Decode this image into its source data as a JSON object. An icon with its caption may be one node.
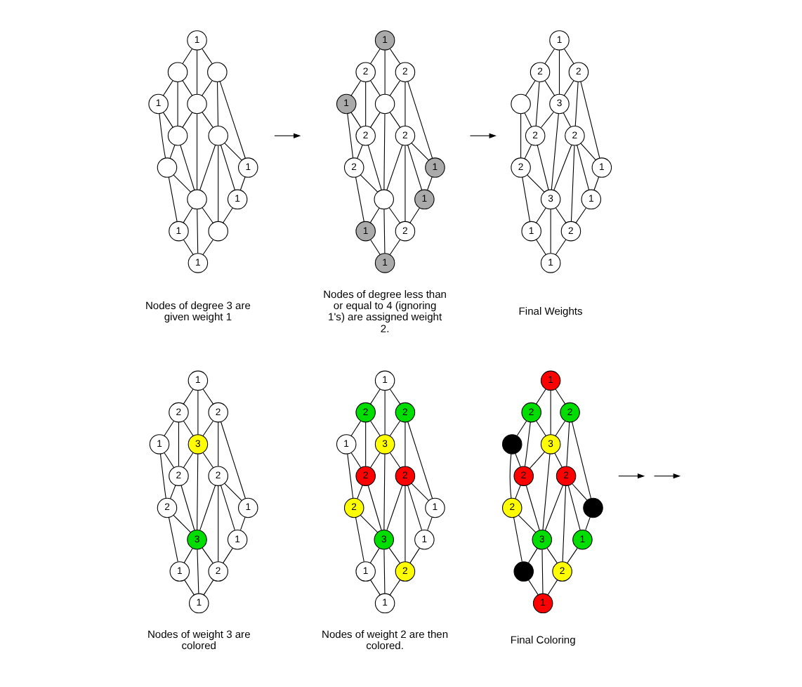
{
  "diagram": {
    "nodes": [
      {
        "text": [
          "1"
        ]
      },
      {
        "text": [],
        "shape": "circle"
      },
      {
        "text": [],
        "shape": "circle"
      },
      {
        "text": [],
        "shape": "circle"
      },
      {
        "text": [],
        "shape": "circle"
      },
      {
        "text": [
          "1"
        ]
      },
      {
        "text": [
          "1"
        ]
      },
      {
        "text": [],
        "shape": "circle"
      },
      {
        "text": [],
        "shape": "circle"
      },
      {
        "text": [
          "1"
        ]
      },
      {
        "text": [],
        "shape": "circle"
      },
      {
        "text": [],
        "shape": "circle"
      },
      {
        "text": [
          "1"
        ]
      },
      {
        "text": [
          "1"
        ]
      },
      {
        "text": [
          "1"
        ]
      },
      {
        "text": [
          "2"
        ]
      },
      {
        "text": [
          "2"
        ]
      },
      {
        "text": [],
        "shape": "circle"
      },
      {
        "text": [
          "2"
        ]
      },
      {
        "text": [
          "1"
        ]
      },
      {
        "text": [
          "1"
        ]
      },
      {
        "text": [
          "2"
        ]
      },
      {
        "text": [
          "2"
        ]
      },
      {
        "text": [
          "1"
        ]
      },
      {
        "text": [],
        "shape": "circle"
      },
      {
        "text": [
          "2"
        ]
      },
      {
        "text": [
          "1"
        ]
      },
      {
        "text": [
          "1"
        ]
      },
      {
        "text": [
          "1"
        ]
      },
      {
        "text": [
          "2"
        ]
      },
      {
        "text": [
          "2"
        ]
      },
      {
        "text": [
          "3"
        ]
      },
      {
        "text": [
          "2"
        ]
      },
      {
        "text": [],
        "shape": "circle"
      },
      {
        "text": [
          "1"
        ]
      },
      {
        "text": [
          "2"
        ]
      },
      {
        "text": [
          "2"
        ]
      },
      {
        "text": [
          "1"
        ]
      },
      {
        "text": [
          "3"
        ]
      },
      {
        "text": [
          "2"
        ]
      },
      {
        "text": [
          "1"
        ]
      },
      {
        "text": [
          "1"
        ]
      },
      {
        "text": [
          "1"
        ]
      },
      {
        "text": [
          "2"
        ]
      },
      {
        "text": [
          "2"
        ]
      },
      {
        "text": [
          "3"
        ]
      },
      {
        "text": [
          "2"
        ]
      },
      {
        "text": [
          "1"
        ]
      },
      {
        "text": [
          "1"
        ]
      },
      {
        "text": [
          "2"
        ]
      },
      {
        "text": [
          "2"
        ]
      },
      {
        "text": [
          "1"
        ]
      },
      {
        "text": [
          "3"
        ]
      },
      {
        "text": [
          "2"
        ]
      },
      {
        "text": [
          "1"
        ]
      },
      {
        "text": [
          "1"
        ]
      },
      {
        "text": [
          "1"
        ]
      },
      {
        "text": [
          "2"
        ]
      },
      {
        "text": [
          "2"
        ]
      },
      {
        "text": [
          "3"
        ]
      },
      {
        "text": [
          "2"
        ]
      },
      {
        "text": [
          "1"
        ]
      },
      {
        "text": [
          "1"
        ]
      },
      {
        "text": [
          "2"
        ]
      },
      {
        "text": [
          "2"
        ]
      },
      {
        "text": [
          "1"
        ]
      },
      {
        "text": [
          "3"
        ]
      },
      {
        "text": [
          "2"
        ]
      },
      {
        "text": [
          "1"
        ]
      },
      {
        "text": [
          "1"
        ]
      },
      {
        "text": [
          "1"
        ]
      },
      {
        "text": [
          "2"
        ]
      },
      {
        "text": [
          "2"
        ]
      },
      {
        "text": [
          "3"
        ]
      },
      {
        "text": [
          "2"
        ]
      },
      {
        "text": [],
        "shape": "circle"
      },
      {
        "text": [],
        "shape": "circle"
      },
      {
        "text": [
          "2"
        ]
      },
      {
        "text": [
          "2"
        ]
      },
      {
        "text": [
          "1"
        ]
      },
      {
        "text": [
          "3"
        ]
      },
      {
        "text": [
          "2"
        ]
      },
      {
        "text": [],
        "shape": "circle"
      },
      {
        "text": [
          "1"
        ]
      }
    ],
    "edges": [
      {
        "from": 0,
        "to": 1,
        "arrow": "none"
      },
      {
        "from": 0,
        "to": 2,
        "arrow": "none"
      },
      {
        "from": 0,
        "to": 3,
        "arrow": "none"
      },
      {
        "from": 1,
        "to": 3,
        "arrow": "none"
      },
      {
        "from": 1,
        "to": 4,
        "arrow": "none"
      },
      {
        "from": 1,
        "to": 5,
        "arrow": "none"
      },
      {
        "from": 2,
        "to": 3,
        "arrow": "none"
      },
      {
        "from": 2,
        "to": 6,
        "arrow": "none"
      },
      {
        "from": 2,
        "to": 7,
        "arrow": "none"
      },
      {
        "from": 3,
        "to": 4,
        "arrow": "none"
      },
      {
        "from": 3,
        "to": 7,
        "arrow": "none"
      },
      {
        "from": 3,
        "to": 10,
        "arrow": "none"
      },
      {
        "from": 5,
        "to": 4,
        "arrow": "none"
      },
      {
        "from": 4,
        "to": 10,
        "arrow": "none"
      },
      {
        "from": 4,
        "to": 8,
        "arrow": "none"
      },
      {
        "from": 5,
        "to": 8,
        "arrow": "none"
      },
      {
        "from": 7,
        "to": 6,
        "arrow": "none"
      },
      {
        "from": 6,
        "to": 9,
        "arrow": "none"
      },
      {
        "from": 7,
        "to": 9,
        "arrow": "none"
      },
      {
        "from": 7,
        "to": 10,
        "arrow": "none"
      },
      {
        "from": 7,
        "to": 11,
        "arrow": "none"
      },
      {
        "from": 9,
        "to": 11,
        "arrow": "none"
      },
      {
        "from": 8,
        "to": 10,
        "arrow": "none"
      },
      {
        "from": 10,
        "to": 11,
        "arrow": "none"
      },
      {
        "from": 10,
        "to": 13,
        "arrow": "none"
      },
      {
        "from": 10,
        "to": 12,
        "arrow": "none"
      },
      {
        "from": 8,
        "to": 12,
        "arrow": "none"
      },
      {
        "from": 11,
        "to": 13,
        "arrow": "none"
      },
      {
        "from": 12,
        "to": 13,
        "arrow": "none"
      },
      {
        "from": 14,
        "to": 15,
        "arrow": "none"
      },
      {
        "from": 14,
        "to": 16,
        "arrow": "none"
      },
      {
        "from": 14,
        "to": 17,
        "arrow": "none"
      },
      {
        "from": 15,
        "to": 17,
        "arrow": "none"
      },
      {
        "from": 15,
        "to": 18,
        "arrow": "none"
      },
      {
        "from": 15,
        "to": 19,
        "arrow": "none"
      },
      {
        "from": 16,
        "to": 17,
        "arrow": "none"
      },
      {
        "from": 16,
        "to": 20,
        "arrow": "none"
      },
      {
        "from": 16,
        "to": 21,
        "arrow": "none"
      },
      {
        "from": 17,
        "to": 18,
        "arrow": "none"
      },
      {
        "from": 17,
        "to": 21,
        "arrow": "none"
      },
      {
        "from": 17,
        "to": 24,
        "arrow": "none"
      },
      {
        "from": 19,
        "to": 18,
        "arrow": "none"
      },
      {
        "from": 18,
        "to": 24,
        "arrow": "none"
      },
      {
        "from": 18,
        "to": 22,
        "arrow": "none"
      },
      {
        "from": 19,
        "to": 22,
        "arrow": "none"
      },
      {
        "from": 21,
        "to": 20,
        "arrow": "none"
      },
      {
        "from": 20,
        "to": 23,
        "arrow": "none"
      },
      {
        "from": 21,
        "to": 23,
        "arrow": "none"
      },
      {
        "from": 21,
        "to": 24,
        "arrow": "none"
      },
      {
        "from": 21,
        "to": 25,
        "arrow": "none"
      },
      {
        "from": 23,
        "to": 25,
        "arrow": "none"
      },
      {
        "from": 22,
        "to": 24,
        "arrow": "none"
      },
      {
        "from": 24,
        "to": 25,
        "arrow": "none"
      },
      {
        "from": 24,
        "to": 27,
        "arrow": "none"
      },
      {
        "from": 24,
        "to": 26,
        "arrow": "none"
      },
      {
        "from": 22,
        "to": 26,
        "arrow": "none"
      },
      {
        "from": 25,
        "to": 27,
        "arrow": "none"
      },
      {
        "from": 26,
        "to": 27,
        "arrow": "none"
      },
      {
        "from": 28,
        "to": 29,
        "arrow": "none"
      },
      {
        "from": 28,
        "to": 30,
        "arrow": "none"
      },
      {
        "from": 28,
        "to": 31,
        "arrow": "none"
      },
      {
        "from": 29,
        "to": 31,
        "arrow": "none"
      },
      {
        "from": 29,
        "to": 32,
        "arrow": "none"
      },
      {
        "from": 29,
        "to": 33,
        "arrow": "none"
      },
      {
        "from": 30,
        "to": 31,
        "arrow": "none"
      },
      {
        "from": 30,
        "to": 34,
        "arrow": "none"
      },
      {
        "from": 30,
        "to": 35,
        "arrow": "none"
      },
      {
        "from": 31,
        "to": 32,
        "arrow": "none"
      },
      {
        "from": 31,
        "to": 35,
        "arrow": "none"
      },
      {
        "from": 31,
        "to": 38,
        "arrow": "none"
      },
      {
        "from": 33,
        "to": 32,
        "arrow": "none"
      },
      {
        "from": 32,
        "to": 38,
        "arrow": "none"
      },
      {
        "from": 32,
        "to": 36,
        "arrow": "none"
      },
      {
        "from": 33,
        "to": 36,
        "arrow": "none"
      },
      {
        "from": 35,
        "to": 34,
        "arrow": "none"
      },
      {
        "from": 34,
        "to": 37,
        "arrow": "none"
      },
      {
        "from": 35,
        "to": 37,
        "arrow": "none"
      },
      {
        "from": 35,
        "to": 38,
        "arrow": "none"
      },
      {
        "from": 35,
        "to": 39,
        "arrow": "none"
      },
      {
        "from": 37,
        "to": 39,
        "arrow": "none"
      },
      {
        "from": 36,
        "to": 38,
        "arrow": "none"
      },
      {
        "from": 38,
        "to": 39,
        "arrow": "none"
      },
      {
        "from": 38,
        "to": 41,
        "arrow": "none"
      },
      {
        "from": 38,
        "to": 40,
        "arrow": "none"
      },
      {
        "from": 36,
        "to": 40,
        "arrow": "none"
      },
      {
        "from": 39,
        "to": 41,
        "arrow": "none"
      },
      {
        "from": 40,
        "to": 41,
        "arrow": "none"
      },
      {
        "from": 42,
        "to": 43,
        "arrow": "none"
      },
      {
        "from": 42,
        "to": 44,
        "arrow": "none"
      },
      {
        "from": 42,
        "to": 45,
        "arrow": "none"
      },
      {
        "from": 43,
        "to": 45,
        "arrow": "none"
      },
      {
        "from": 43,
        "to": 46,
        "arrow": "none"
      },
      {
        "from": 43,
        "to": 47,
        "arrow": "none"
      },
      {
        "from": 44,
        "to": 45,
        "arrow": "none"
      },
      {
        "from": 44,
        "to": 48,
        "arrow": "none"
      },
      {
        "from": 44,
        "to": 49,
        "arrow": "none"
      },
      {
        "from": 45,
        "to": 46,
        "arrow": "none"
      },
      {
        "from": 45,
        "to": 49,
        "arrow": "none"
      },
      {
        "from": 45,
        "to": 52,
        "arrow": "none"
      },
      {
        "from": 47,
        "to": 46,
        "arrow": "none"
      },
      {
        "from": 46,
        "to": 52,
        "arrow": "none"
      },
      {
        "from": 46,
        "to": 50,
        "arrow": "none"
      },
      {
        "from": 47,
        "to": 50,
        "arrow": "none"
      },
      {
        "from": 49,
        "to": 48,
        "arrow": "none"
      },
      {
        "from": 48,
        "to": 51,
        "arrow": "none"
      },
      {
        "from": 49,
        "to": 51,
        "arrow": "none"
      },
      {
        "from": 49,
        "to": 52,
        "arrow": "none"
      },
      {
        "from": 49,
        "to": 53,
        "arrow": "none"
      },
      {
        "from": 51,
        "to": 53,
        "arrow": "none"
      },
      {
        "from": 50,
        "to": 52,
        "arrow": "none"
      },
      {
        "from": 52,
        "to": 53,
        "arrow": "none"
      },
      {
        "from": 52,
        "to": 55,
        "arrow": "none"
      },
      {
        "from": 52,
        "to": 54,
        "arrow": "none"
      },
      {
        "from": 50,
        "to": 54,
        "arrow": "none"
      },
      {
        "from": 53,
        "to": 55,
        "arrow": "none"
      },
      {
        "from": 54,
        "to": 55,
        "arrow": "none"
      },
      {
        "from": 56,
        "to": 57,
        "arrow": "none"
      },
      {
        "from": 56,
        "to": 58,
        "arrow": "none"
      },
      {
        "from": 56,
        "to": 59,
        "arrow": "none"
      },
      {
        "from": 57,
        "to": 59,
        "arrow": "none"
      },
      {
        "from": 57,
        "to": 60,
        "arrow": "none"
      },
      {
        "from": 57,
        "to": 61,
        "arrow": "none"
      },
      {
        "from": 58,
        "to": 59,
        "arrow": "none"
      },
      {
        "from": 58,
        "to": 62,
        "arrow": "none"
      },
      {
        "from": 58,
        "to": 63,
        "arrow": "none"
      },
      {
        "from": 59,
        "to": 60,
        "arrow": "none"
      },
      {
        "from": 59,
        "to": 63,
        "arrow": "none"
      },
      {
        "from": 59,
        "to": 66,
        "arrow": "none"
      },
      {
        "from": 61,
        "to": 60,
        "arrow": "none"
      },
      {
        "from": 60,
        "to": 66,
        "arrow": "none"
      },
      {
        "from": 60,
        "to": 64,
        "arrow": "none"
      },
      {
        "from": 61,
        "to": 64,
        "arrow": "none"
      },
      {
        "from": 63,
        "to": 62,
        "arrow": "none"
      },
      {
        "from": 62,
        "to": 65,
        "arrow": "none"
      },
      {
        "from": 63,
        "to": 65,
        "arrow": "none"
      },
      {
        "from": 63,
        "to": 66,
        "arrow": "none"
      },
      {
        "from": 63,
        "to": 67,
        "arrow": "none"
      },
      {
        "from": 65,
        "to": 67,
        "arrow": "none"
      },
      {
        "from": 64,
        "to": 66,
        "arrow": "none"
      },
      {
        "from": 66,
        "to": 67,
        "arrow": "none"
      },
      {
        "from": 66,
        "to": 69,
        "arrow": "none"
      },
      {
        "from": 66,
        "to": 68,
        "arrow": "none"
      },
      {
        "from": 64,
        "to": 68,
        "arrow": "none"
      },
      {
        "from": 67,
        "to": 69,
        "arrow": "none"
      },
      {
        "from": 68,
        "to": 69,
        "arrow": "none"
      },
      {
        "from": 70,
        "to": 71,
        "arrow": "none"
      },
      {
        "from": 70,
        "to": 72,
        "arrow": "none"
      },
      {
        "from": 70,
        "to": 73,
        "arrow": "none"
      },
      {
        "from": 71,
        "to": 73,
        "arrow": "none"
      },
      {
        "from": 71,
        "to": 74,
        "arrow": "none"
      },
      {
        "from": 71,
        "to": 75,
        "arrow": "none"
      },
      {
        "from": 72,
        "to": 73,
        "arrow": "none"
      },
      {
        "from": 72,
        "to": 76,
        "arrow": "none"
      },
      {
        "from": 72,
        "to": 77,
        "arrow": "none"
      },
      {
        "from": 73,
        "to": 74,
        "arrow": "none"
      },
      {
        "from": 73,
        "to": 77,
        "arrow": "none"
      },
      {
        "from": 73,
        "to": 80,
        "arrow": "none"
      },
      {
        "from": 75,
        "to": 74,
        "arrow": "none"
      },
      {
        "from": 74,
        "to": 80,
        "arrow": "none"
      },
      {
        "from": 74,
        "to": 78,
        "arrow": "none"
      },
      {
        "from": 75,
        "to": 78,
        "arrow": "none"
      },
      {
        "from": 77,
        "to": 76,
        "arrow": "none"
      },
      {
        "from": 76,
        "to": 79,
        "arrow": "none"
      },
      {
        "from": 77,
        "to": 79,
        "arrow": "none"
      },
      {
        "from": 77,
        "to": 80,
        "arrow": "none"
      },
      {
        "from": 77,
        "to": 81,
        "arrow": "none"
      },
      {
        "from": 79,
        "to": 81,
        "arrow": "none"
      },
      {
        "from": 78,
        "to": 80,
        "arrow": "none"
      },
      {
        "from": 80,
        "to": 81,
        "arrow": "none"
      },
      {
        "from": 80,
        "to": 83,
        "arrow": "none"
      },
      {
        "from": 80,
        "to": 82,
        "arrow": "none"
      },
      {
        "from": 78,
        "to": 82,
        "arrow": "none"
      },
      {
        "from": 81,
        "to": 83,
        "arrow": "none"
      },
      {
        "from": 82,
        "to": 83,
        "arrow": "none"
      }
    ],
    "labels": [
      "Nodes of degree 3 are given weight 1",
      "Nodes of degree less than or equal to 4 (ignoring 1's) are assigned weight 2.",
      "Final Weights",
      "Nodes of weight 3 are colored",
      "Nodes of weight 2 are then colored.",
      "Final Coloring"
    ]
  }
}
